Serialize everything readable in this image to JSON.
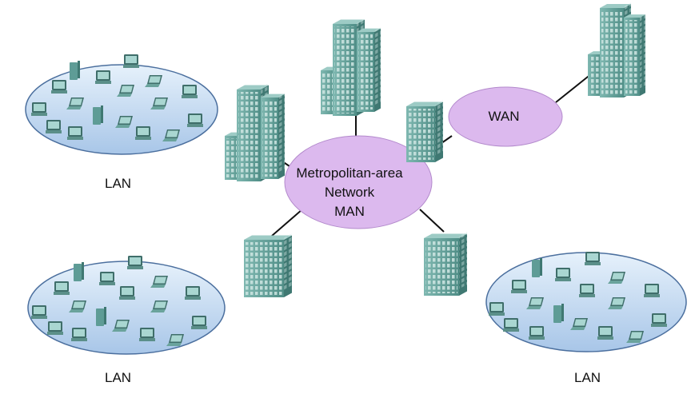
{
  "labels": {
    "lan_top_left": "LAN",
    "lan_bottom_left": "LAN",
    "lan_bottom_right": "LAN",
    "wan": "WAN",
    "man_line1": "Metropolitan-area",
    "man_line2": "Network",
    "man_line3": "MAN"
  },
  "colors": {
    "lan_fill": "#b9d3ef",
    "lan_stroke": "#4b6f9e",
    "man_fill": "#dcb9ee",
    "building": "#5e9c96",
    "link": "#111111"
  },
  "icons": [
    "building-icon",
    "computer-icon",
    "laptop-icon",
    "server-icon"
  ]
}
